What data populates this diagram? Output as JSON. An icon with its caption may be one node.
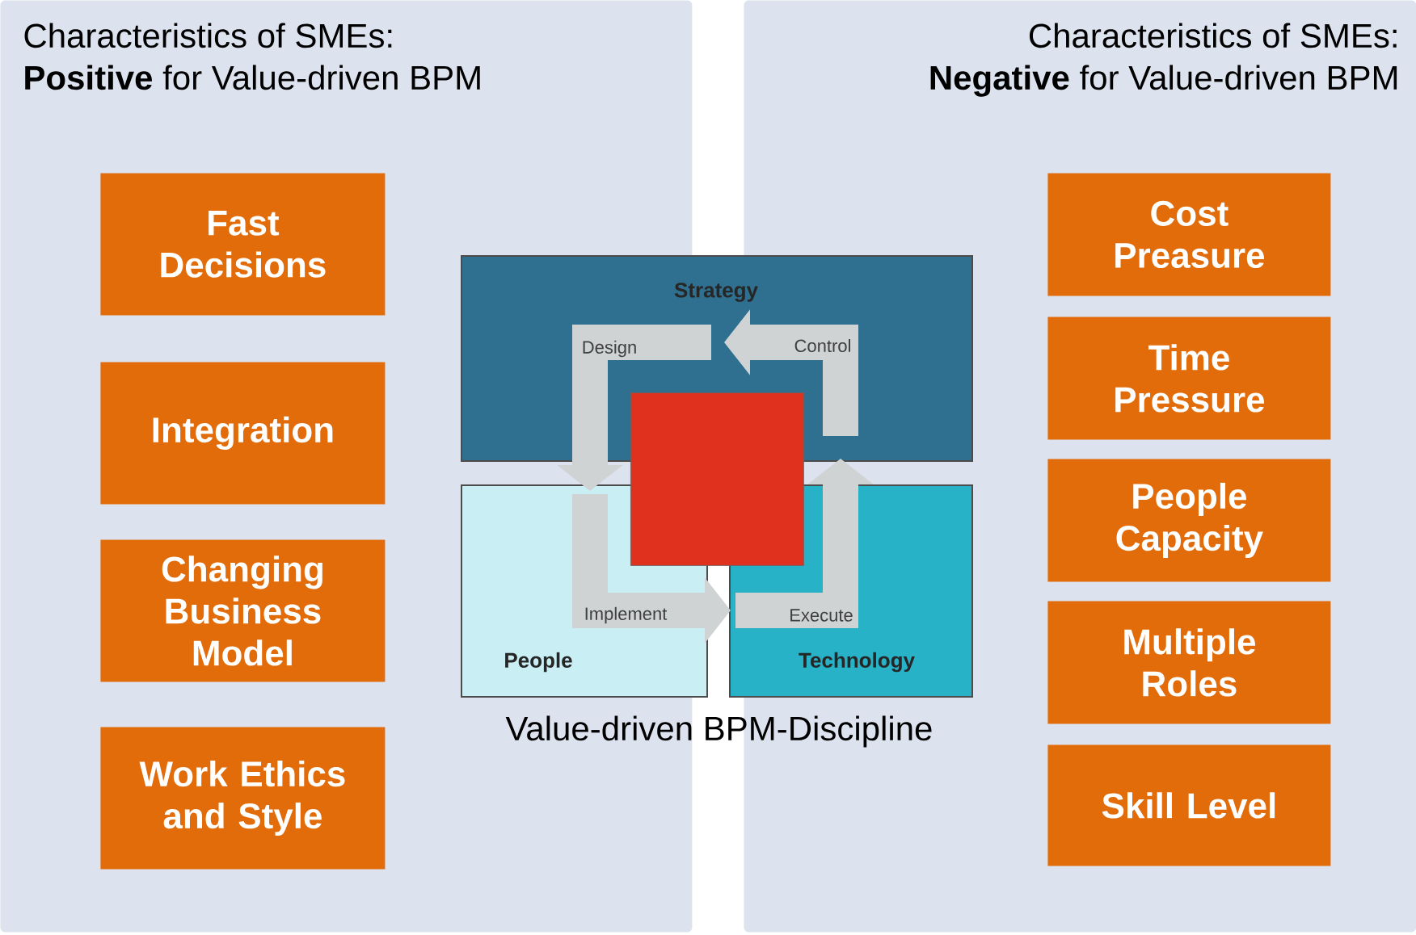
{
  "diagram": {
    "nodes": [
      {
        "text": [
          "Characteristics of SMEs:",
          "**Positive** for Value-driven BPM"
        ]
      },
      {
        "text": [
          "Fast Decisions"
        ],
        "in": 0
      },
      {
        "text": [
          "Integration"
        ],
        "in": 0
      },
      {
        "text": [
          "Changing Business Model"
        ],
        "in": 0
      },
      {
        "text": [
          "Work Ethics and Style"
        ],
        "in": 0
      },
      {
        "text": [
          "Characteristics of SMEs:",
          "**Negative** for Value-driven BPM"
        ]
      },
      {
        "text": [
          "Cost Preasure"
        ],
        "in": 5
      },
      {
        "text": [
          "Time Pressure"
        ],
        "in": 5
      },
      {
        "text": [
          "People Capacity"
        ],
        "in": 5
      },
      {
        "text": [
          "Multiple Roles"
        ],
        "in": 5
      },
      {
        "text": [
          "Skill Level"
        ],
        "in": 5
      },
      {
        "text": [
          "Strategy"
        ]
      },
      {
        "text": [
          "People"
        ]
      },
      {
        "text": [
          "Technology"
        ]
      },
      {
        "text": [],
        "shape": "box"
      }
    ],
    "edges": [
      {
        "from": 11,
        "to": 12,
        "arrow": "to",
        "label": "Design"
      },
      {
        "from": 12,
        "to": 13,
        "arrow": "to",
        "label": "Implement"
      },
      {
        "from": 13,
        "to": 11,
        "arrow": "to",
        "label": "Execute"
      },
      {
        "from": 11,
        "to": 11,
        "arrow": "to",
        "label": "Control"
      }
    ],
    "labels": [
      "Value-driven BPM-Discipline"
    ]
  }
}
